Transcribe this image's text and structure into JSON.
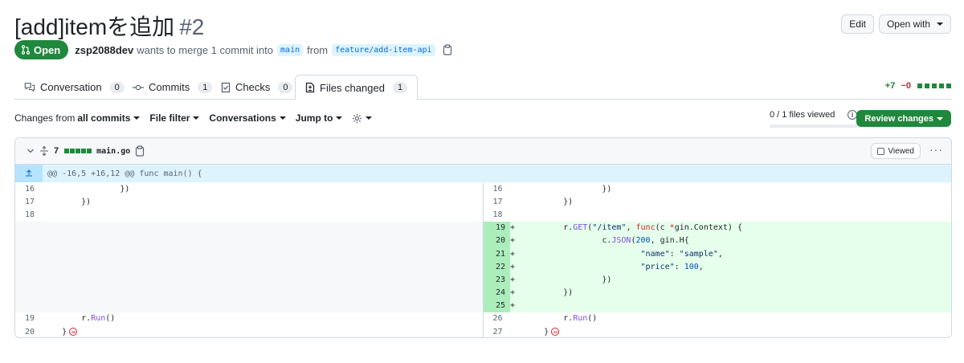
{
  "pr": {
    "title": "[add]itemを追加",
    "number": "#2",
    "state": "Open",
    "author": "zsp2088dev",
    "summary": "wants to merge 1 commit into",
    "base_branch": "main",
    "from_word": "from",
    "head_branch": "feature/add-item-api"
  },
  "header_buttons": {
    "edit": "Edit",
    "open_with": "Open with"
  },
  "tabs": [
    {
      "label": "Conversation",
      "count": "0"
    },
    {
      "label": "Commits",
      "count": "1"
    },
    {
      "label": "Checks",
      "count": "0"
    },
    {
      "label": "Files changed",
      "count": "1"
    }
  ],
  "diffstat": {
    "additions": "+7",
    "deletions": "−0"
  },
  "toolbar": {
    "changes_from": "Changes from",
    "all_commits": "all commits",
    "file_filter": "File filter",
    "conversations": "Conversations",
    "jump_to": "Jump to",
    "files_viewed": "0 / 1 files viewed",
    "review_changes": "Review changes"
  },
  "file": {
    "changes": "7",
    "name": "main.go",
    "viewed_label": "Viewed",
    "hunk": "@@ -16,5 +16,12 @@ func main() {"
  },
  "colors": {
    "accent_green": "#1f883d",
    "add_bg": "#e6ffec",
    "hunk_bg": "#ddf4ff"
  }
}
